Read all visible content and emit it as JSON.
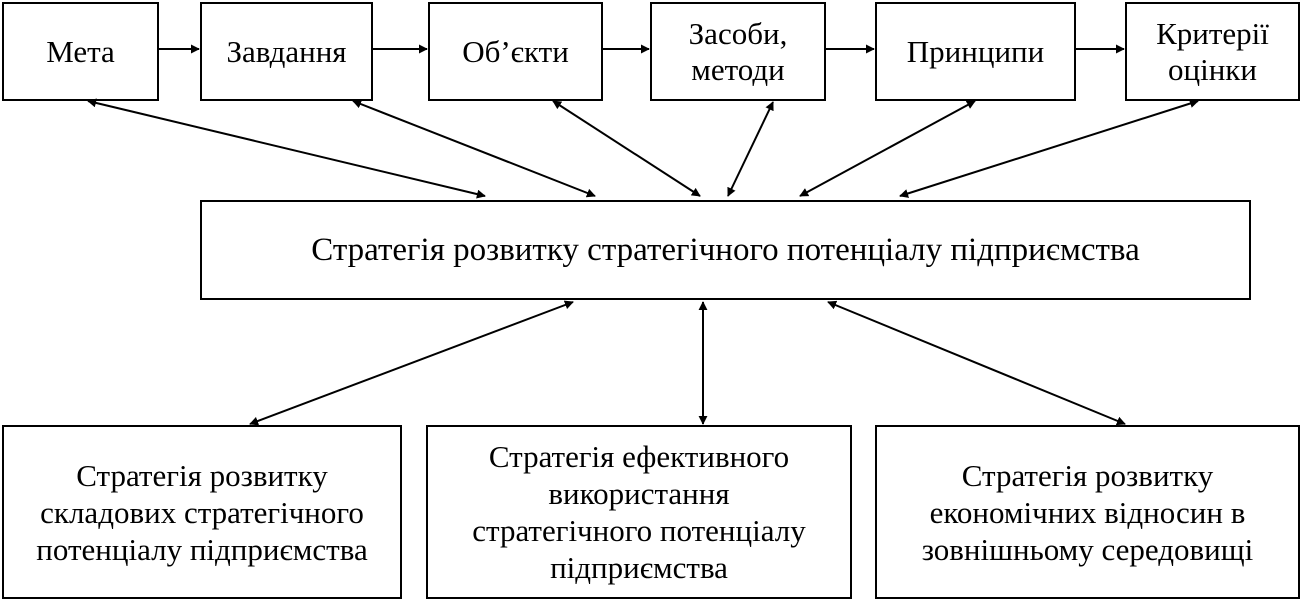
{
  "top_boxes": [
    {
      "label": "Мета"
    },
    {
      "label": "Завдання"
    },
    {
      "label": "Об’єкти"
    },
    {
      "label": "Засоби,\nметоди"
    },
    {
      "label": "Принципи"
    },
    {
      "label": "Критерії\nоцінки"
    }
  ],
  "center_box": {
    "label": "Стратегія розвитку стратегічного потенціалу підприємства"
  },
  "bottom_boxes": [
    {
      "label": "Стратегія розвитку\nскладових стратегічного\nпотенціалу підприємства"
    },
    {
      "label": "Стратегія ефективного\nвикористання\nстратегічного потенціалу\nпідприємства"
    },
    {
      "label": "Стратегія розвитку\nекономічних відносин в\nзовнішньому середовищі"
    }
  ],
  "colors": {
    "line": "#000000",
    "background": "#ffffff"
  }
}
